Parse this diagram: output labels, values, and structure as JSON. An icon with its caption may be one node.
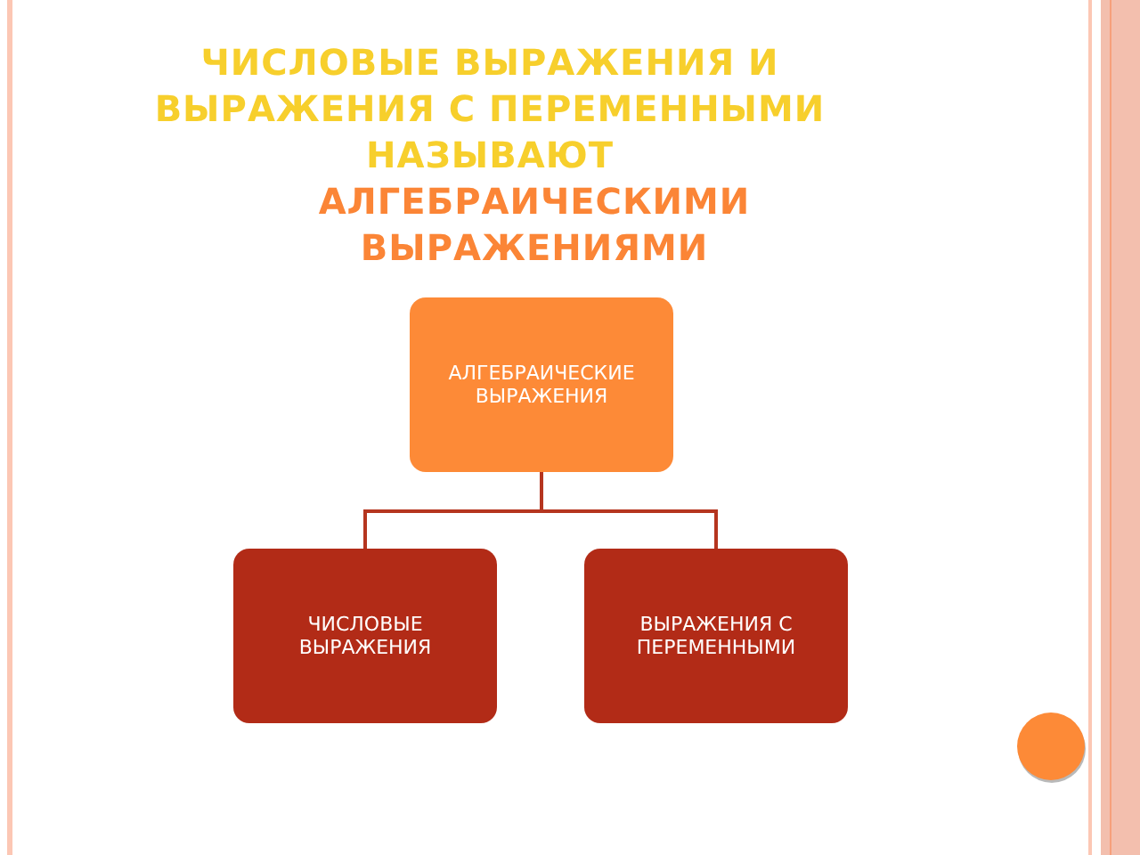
{
  "diagram": {
    "title": "ЧИСЛОВЫЕ ВЫРАЖЕНИЯ И ВЫРАЖЕНИЯ С ПЕРЕМЕННЫМИ НАЗЫВАЮТ",
    "nodes": [
      {
        "text": [
          "АЛГЕБРАИЧЕСКИЕ ВЫРАЖЕНИЯ"
        ]
      },
      {
        "text": [
          "ЧИСЛОВЫЕ ВЫРАЖЕНИЯ"
        ]
      },
      {
        "text": [
          "ВЫРАЖЕНИЯ С ПЕРЕМЕННЫМИ"
        ]
      }
    ],
    "edges": [
      {
        "from": 0,
        "to": 1,
        "arrow": "none"
      },
      {
        "from": 0,
        "to": 2,
        "arrow": "none"
      }
    ],
    "labels": [
      "АЛГЕБРАИЧЕСКИМИ ВЫРАЖЕНИЯМИ"
    ]
  }
}
